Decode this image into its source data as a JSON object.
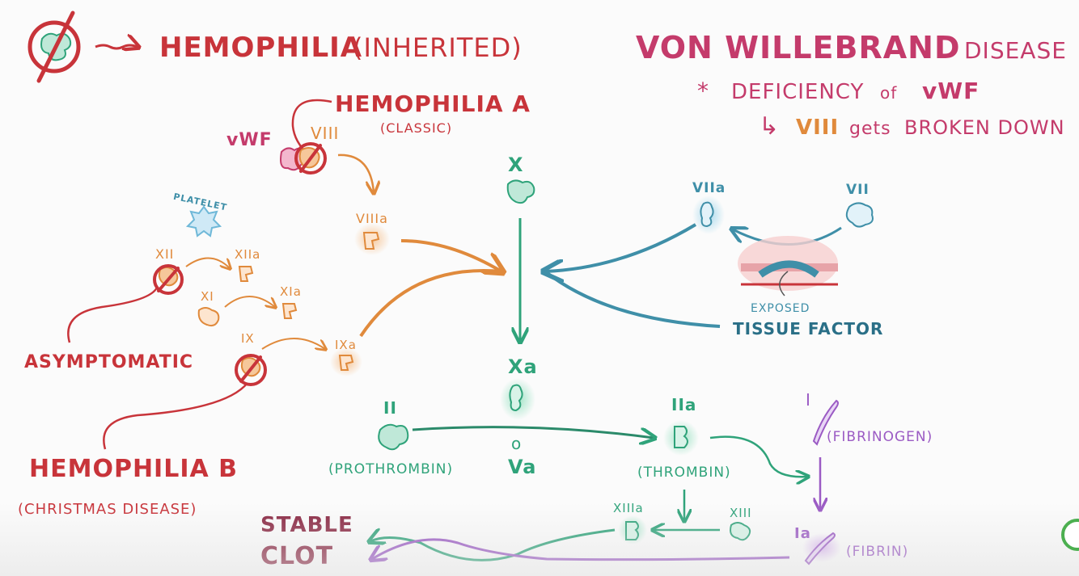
{
  "colors": {
    "red": "#c8343a",
    "orange": "#e08a3c",
    "green": "#2fa37a",
    "teal": "#3f8fa8",
    "purple": "#9b5bc4",
    "pink": "#c43b6b",
    "light_blue": "#6fb8d8",
    "dark_maroon": "#8a2843"
  },
  "header": {
    "hemophilia": "HEMOPHILIA",
    "inherited": "(INHERITED)"
  },
  "vwd": {
    "title_bold": "VON WILLEBRAND",
    "title_rest": "DISEASE",
    "bullet": "*",
    "deficiency": "DEFICIENCY",
    "of": "of",
    "vwf": "vWF",
    "arrow": "↳",
    "viii": "VIII",
    "gets": "gets",
    "broken_down": "BROKEN DOWN"
  },
  "hemophilia_a": {
    "title": "HEMOPHILIA A",
    "subtitle": "(CLASSIC)"
  },
  "hemophilia_b": {
    "title": "HEMOPHILIA B",
    "subtitle": "(CHRISTMAS DISEASE)"
  },
  "asymptomatic": "ASYMPTOMATIC",
  "platelet": "PLATELET",
  "factors": {
    "vwf": "vWF",
    "viii": "VIII",
    "viiia": "VIIIa",
    "xii": "XII",
    "xiia": "XIIa",
    "xi": "XI",
    "xia": "XIa",
    "ix": "IX",
    "ixa": "IXa",
    "x": "X",
    "xa": "Xa",
    "va_circle": "o",
    "va": "Va",
    "viia": "VIIa",
    "vii": "VII",
    "ii": "II",
    "prothrombin": "(PROTHROMBIN)",
    "iia": "IIa",
    "thrombin": "(THROMBIN)",
    "i": "I",
    "fibrinogen": "(FIBRINOGEN)",
    "ia": "Ia",
    "fibrin": "(FIBRIN)",
    "xiiia": "XIIIa",
    "xiii": "XIII"
  },
  "tissue": {
    "exposed": "EXPOSED",
    "tissue_factor": "TISSUE FACTOR"
  },
  "clot": {
    "line1": "STABLE",
    "line2": "CLOT"
  }
}
